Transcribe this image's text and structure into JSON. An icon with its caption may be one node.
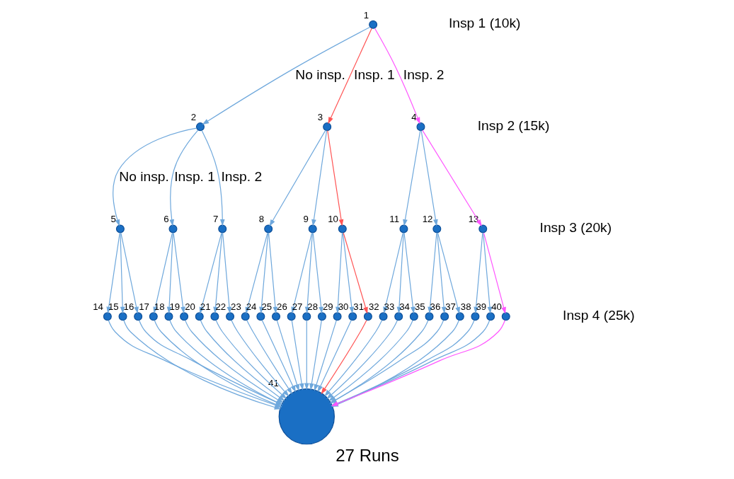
{
  "diagram": {
    "caption": "27 Runs",
    "nodes": [
      {
        "text": [],
        "shape": "circle",
        "beside": [
          "1"
        ]
      },
      {
        "text": [],
        "shape": "circle",
        "beside": [
          "2"
        ]
      },
      {
        "text": [],
        "shape": "circle",
        "beside": [
          "3"
        ]
      },
      {
        "text": [],
        "shape": "circle",
        "beside": [
          "4"
        ]
      },
      {
        "text": [],
        "shape": "circle",
        "beside": [
          "5"
        ]
      },
      {
        "text": [],
        "shape": "circle",
        "beside": [
          "6"
        ]
      },
      {
        "text": [],
        "shape": "circle",
        "beside": [
          "7"
        ]
      },
      {
        "text": [],
        "shape": "circle",
        "beside": [
          "8"
        ]
      },
      {
        "text": [],
        "shape": "circle",
        "beside": [
          "9"
        ]
      },
      {
        "text": [],
        "shape": "circle",
        "beside": [
          "10"
        ]
      },
      {
        "text": [],
        "shape": "circle",
        "beside": [
          "11"
        ]
      },
      {
        "text": [],
        "shape": "circle",
        "beside": [
          "12"
        ]
      },
      {
        "text": [],
        "shape": "circle",
        "beside": [
          "13"
        ]
      },
      {
        "text": [],
        "shape": "circle",
        "beside": [
          "14"
        ]
      },
      {
        "text": [],
        "shape": "circle",
        "beside": [
          "15"
        ]
      },
      {
        "text": [],
        "shape": "circle",
        "beside": [
          "16"
        ]
      },
      {
        "text": [],
        "shape": "circle",
        "beside": [
          "17"
        ]
      },
      {
        "text": [],
        "shape": "circle",
        "beside": [
          "18"
        ]
      },
      {
        "text": [],
        "shape": "circle",
        "beside": [
          "19"
        ]
      },
      {
        "text": [],
        "shape": "circle",
        "beside": [
          "20"
        ]
      },
      {
        "text": [],
        "shape": "circle",
        "beside": [
          "21"
        ]
      },
      {
        "text": [],
        "shape": "circle",
        "beside": [
          "22"
        ]
      },
      {
        "text": [],
        "shape": "circle",
        "beside": [
          "23"
        ]
      },
      {
        "text": [],
        "shape": "circle",
        "beside": [
          "24"
        ]
      },
      {
        "text": [],
        "shape": "circle",
        "beside": [
          "25"
        ]
      },
      {
        "text": [],
        "shape": "circle",
        "beside": [
          "26"
        ]
      },
      {
        "text": [],
        "shape": "circle",
        "beside": [
          "27"
        ]
      },
      {
        "text": [],
        "shape": "circle",
        "beside": [
          "28"
        ]
      },
      {
        "text": [],
        "shape": "circle",
        "beside": [
          "29"
        ]
      },
      {
        "text": [],
        "shape": "circle",
        "beside": [
          "30"
        ]
      },
      {
        "text": [],
        "shape": "circle",
        "beside": [
          "31"
        ]
      },
      {
        "text": [],
        "shape": "circle",
        "beside": [
          "32"
        ]
      },
      {
        "text": [],
        "shape": "circle",
        "beside": [
          "33"
        ]
      },
      {
        "text": [],
        "shape": "circle",
        "beside": [
          "34"
        ]
      },
      {
        "text": [],
        "shape": "circle",
        "beside": [
          "35"
        ]
      },
      {
        "text": [],
        "shape": "circle",
        "beside": [
          "36"
        ]
      },
      {
        "text": [],
        "shape": "circle",
        "beside": [
          "37"
        ]
      },
      {
        "text": [],
        "shape": "circle",
        "beside": [
          "38"
        ]
      },
      {
        "text": [],
        "shape": "circle",
        "beside": [
          "39"
        ]
      },
      {
        "text": [],
        "shape": "circle",
        "beside": [
          "40"
        ]
      },
      {
        "text": [],
        "shape": "circle",
        "beside": [
          "41"
        ]
      }
    ],
    "edges": [
      {
        "from": 0,
        "to": 1,
        "arrow": "to",
        "label": "No insp."
      },
      {
        "from": 0,
        "to": 2,
        "arrow": "to",
        "label": "Insp. 1",
        "color": "#ff5555"
      },
      {
        "from": 0,
        "to": 3,
        "arrow": "to",
        "label": "Insp. 2",
        "color": "#ff55ff"
      },
      {
        "from": 1,
        "to": 4,
        "arrow": "to",
        "label": "No insp."
      },
      {
        "from": 1,
        "to": 5,
        "arrow": "to",
        "label": "Insp. 1"
      },
      {
        "from": 1,
        "to": 6,
        "arrow": "to",
        "label": "Insp. 2"
      },
      {
        "from": 2,
        "to": 7,
        "arrow": "to"
      },
      {
        "from": 2,
        "to": 8,
        "arrow": "to"
      },
      {
        "from": 2,
        "to": 9,
        "arrow": "to",
        "color": "#ff5555"
      },
      {
        "from": 3,
        "to": 10,
        "arrow": "to"
      },
      {
        "from": 3,
        "to": 11,
        "arrow": "to"
      },
      {
        "from": 3,
        "to": 12,
        "arrow": "to",
        "color": "#ff55ff"
      },
      {
        "from": 4,
        "to": 13,
        "arrow": "to"
      },
      {
        "from": 4,
        "to": 14,
        "arrow": "to"
      },
      {
        "from": 4,
        "to": 15,
        "arrow": "to"
      },
      {
        "from": 5,
        "to": 16,
        "arrow": "to"
      },
      {
        "from": 5,
        "to": 17,
        "arrow": "to"
      },
      {
        "from": 5,
        "to": 18,
        "arrow": "to"
      },
      {
        "from": 6,
        "to": 19,
        "arrow": "to"
      },
      {
        "from": 6,
        "to": 20,
        "arrow": "to"
      },
      {
        "from": 6,
        "to": 21,
        "arrow": "to"
      },
      {
        "from": 7,
        "to": 22,
        "arrow": "to"
      },
      {
        "from": 7,
        "to": 23,
        "arrow": "to"
      },
      {
        "from": 7,
        "to": 24,
        "arrow": "to"
      },
      {
        "from": 8,
        "to": 25,
        "arrow": "to"
      },
      {
        "from": 8,
        "to": 26,
        "arrow": "to"
      },
      {
        "from": 8,
        "to": 27,
        "arrow": "to"
      },
      {
        "from": 9,
        "to": 28,
        "arrow": "to"
      },
      {
        "from": 9,
        "to": 29,
        "arrow": "to"
      },
      {
        "from": 9,
        "to": 30,
        "arrow": "to",
        "color": "#ff5555"
      },
      {
        "from": 10,
        "to": 31,
        "arrow": "to"
      },
      {
        "from": 10,
        "to": 32,
        "arrow": "to"
      },
      {
        "from": 10,
        "to": 33,
        "arrow": "to"
      },
      {
        "from": 11,
        "to": 34,
        "arrow": "to"
      },
      {
        "from": 11,
        "to": 35,
        "arrow": "to"
      },
      {
        "from": 11,
        "to": 36,
        "arrow": "to"
      },
      {
        "from": 12,
        "to": 37,
        "arrow": "to"
      },
      {
        "from": 12,
        "to": 38,
        "arrow": "to"
      },
      {
        "from": 12,
        "to": 39,
        "arrow": "to",
        "color": "#ff55ff"
      },
      {
        "from": 13,
        "to": 40,
        "arrow": "to"
      },
      {
        "from": 14,
        "to": 40,
        "arrow": "to"
      },
      {
        "from": 15,
        "to": 40,
        "arrow": "to"
      },
      {
        "from": 16,
        "to": 40,
        "arrow": "to"
      },
      {
        "from": 17,
        "to": 40,
        "arrow": "to"
      },
      {
        "from": 18,
        "to": 40,
        "arrow": "to"
      },
      {
        "from": 19,
        "to": 40,
        "arrow": "to"
      },
      {
        "from": 20,
        "to": 40,
        "arrow": "to"
      },
      {
        "from": 21,
        "to": 40,
        "arrow": "to"
      },
      {
        "from": 22,
        "to": 40,
        "arrow": "to"
      },
      {
        "from": 23,
        "to": 40,
        "arrow": "to"
      },
      {
        "from": 24,
        "to": 40,
        "arrow": "to"
      },
      {
        "from": 25,
        "to": 40,
        "arrow": "to"
      },
      {
        "from": 26,
        "to": 40,
        "arrow": "to"
      },
      {
        "from": 27,
        "to": 40,
        "arrow": "to"
      },
      {
        "from": 28,
        "to": 40,
        "arrow": "to"
      },
      {
        "from": 29,
        "to": 40,
        "arrow": "to"
      },
      {
        "from": 30,
        "to": 40,
        "arrow": "to",
        "color": "#ff5555"
      },
      {
        "from": 31,
        "to": 40,
        "arrow": "to"
      },
      {
        "from": 32,
        "to": 40,
        "arrow": "to"
      },
      {
        "from": 33,
        "to": 40,
        "arrow": "to"
      },
      {
        "from": 34,
        "to": 40,
        "arrow": "to"
      },
      {
        "from": 35,
        "to": 40,
        "arrow": "to"
      },
      {
        "from": 36,
        "to": 40,
        "arrow": "to"
      },
      {
        "from": 37,
        "to": 40,
        "arrow": "to"
      },
      {
        "from": 38,
        "to": 40,
        "arrow": "to"
      },
      {
        "from": 39,
        "to": 40,
        "arrow": "to",
        "color": "#ff55ff"
      }
    ],
    "labels": [
      "Insp 1 (10k)",
      "Insp 2 (15k)",
      "Insp 3 (20k)",
      "Insp 4 (25k)"
    ]
  }
}
